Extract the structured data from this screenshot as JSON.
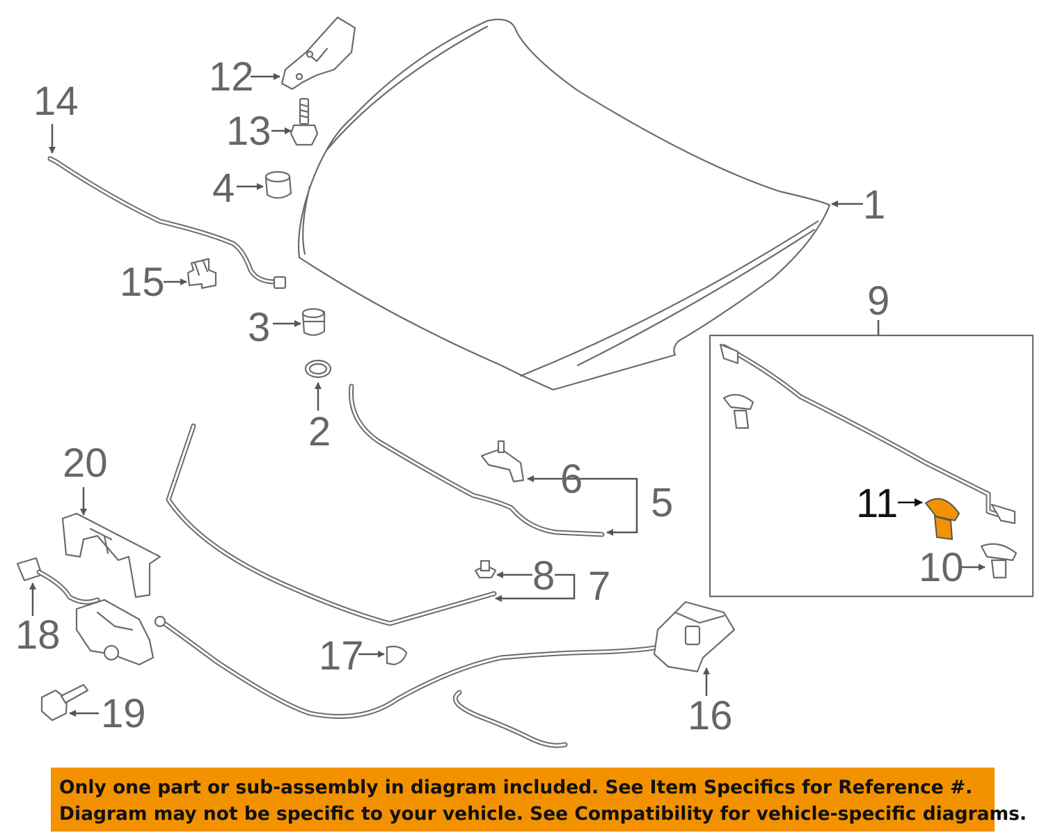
{
  "callouts": [
    {
      "id": "1",
      "text": "1"
    },
    {
      "id": "2",
      "text": "2"
    },
    {
      "id": "3",
      "text": "3"
    },
    {
      "id": "4",
      "text": "4"
    },
    {
      "id": "5",
      "text": "5"
    },
    {
      "id": "6",
      "text": "6"
    },
    {
      "id": "7",
      "text": "7"
    },
    {
      "id": "8",
      "text": "8"
    },
    {
      "id": "9",
      "text": "9"
    },
    {
      "id": "10",
      "text": "10"
    },
    {
      "id": "11",
      "text": "11",
      "highlighted": true
    },
    {
      "id": "12",
      "text": "12"
    },
    {
      "id": "13",
      "text": "13"
    },
    {
      "id": "14",
      "text": "14"
    },
    {
      "id": "15",
      "text": "15"
    },
    {
      "id": "16",
      "text": "16"
    },
    {
      "id": "17",
      "text": "17"
    },
    {
      "id": "18",
      "text": "18"
    },
    {
      "id": "19",
      "text": "19"
    },
    {
      "id": "20",
      "text": "20"
    }
  ],
  "highlight_color": "#f39200",
  "notice": {
    "line1": "Only one part or sub-assembly in diagram included. See Item Specifics for Reference #.",
    "line2": "Diagram may not be specific to your vehicle. See Compatibility for vehicle-specific diagrams.",
    "background": "#f39200"
  }
}
